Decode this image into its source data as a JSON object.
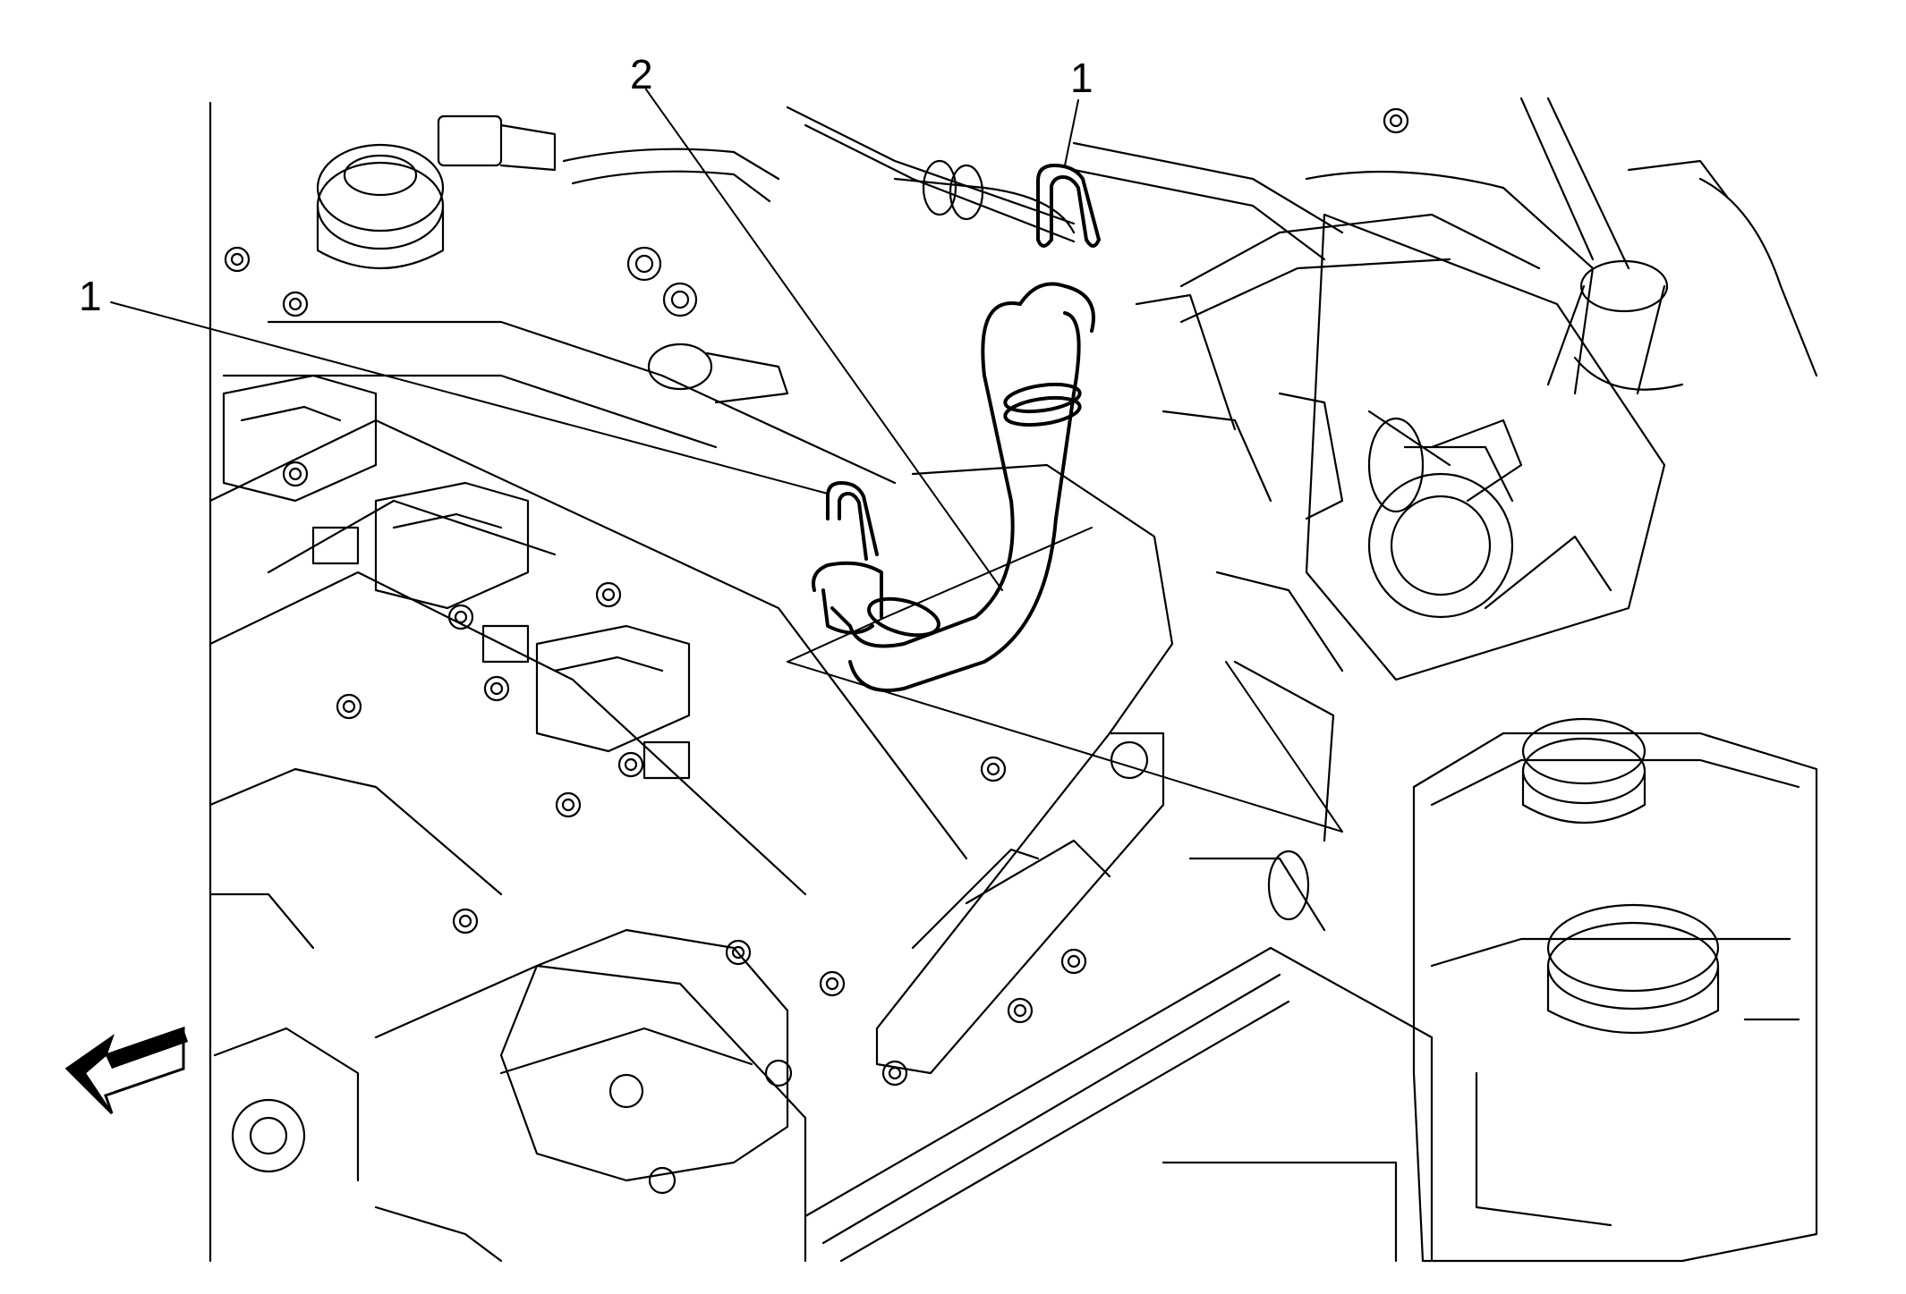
{
  "diagram": {
    "callouts": [
      {
        "id": "clamp-top",
        "label": "1"
      },
      {
        "id": "hose",
        "label": "2"
      },
      {
        "id": "clamp-left",
        "label": "1"
      }
    ],
    "icons": {
      "direction_arrow": "front-arrow-icon"
    },
    "colors": {
      "line": "#000000",
      "background": "#ffffff"
    }
  }
}
